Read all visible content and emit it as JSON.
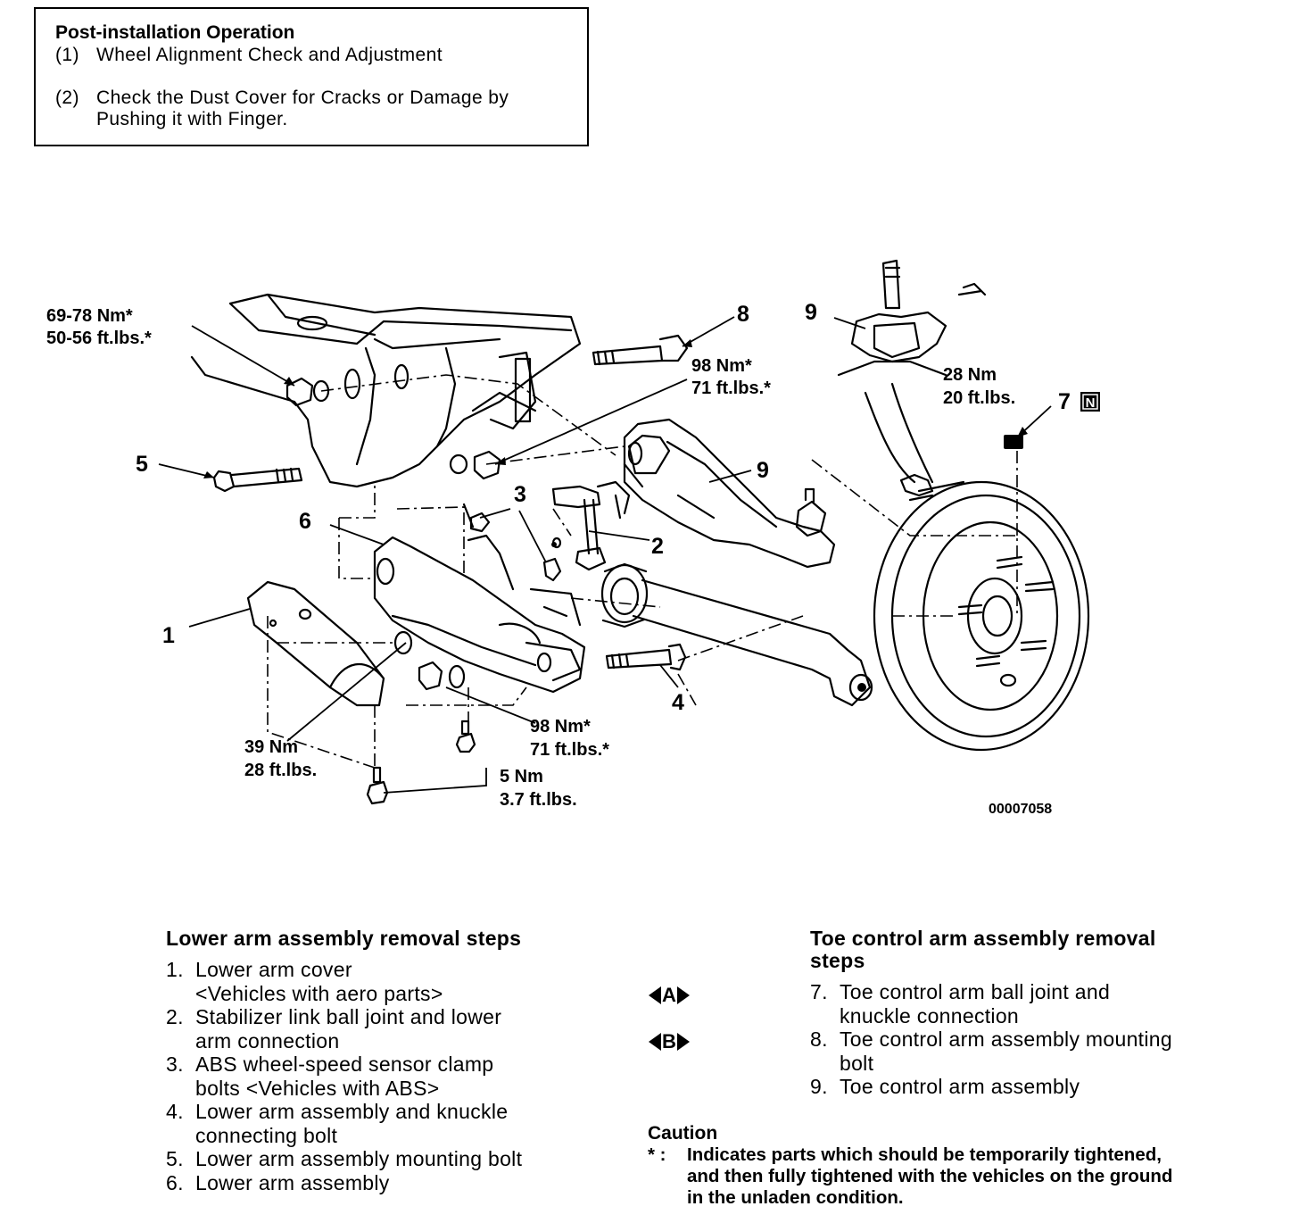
{
  "post_install": {
    "title": "Post-installation Operation",
    "items": [
      {
        "num": "(1)",
        "text": "Wheel Alignment Check and Adjustment",
        "cont": ""
      },
      {
        "num": "(2)",
        "text": "Check the Dust Cover for Cracks or Damage by",
        "cont": "Pushing it with Finger."
      }
    ]
  },
  "diagram": {
    "torque_1": [
      "69-78 Nm*",
      "50-56 ft.lbs.*"
    ],
    "torque_2": [
      "98 Nm*",
      "71 ft.lbs.*"
    ],
    "torque_3": [
      "28 Nm",
      "20 ft.lbs."
    ],
    "torque_4": [
      "39 Nm",
      "28 ft.lbs."
    ],
    "torque_5": [
      "98 Nm*",
      "71 ft.lbs.*"
    ],
    "torque_6": [
      "5 Nm",
      "3.7 ft.lbs."
    ],
    "callouts": {
      "c1": "1",
      "c2": "2",
      "c3": "3",
      "c4": "4",
      "c5": "5",
      "c6": "6",
      "c7": "7",
      "c8": "8",
      "c9a": "9",
      "c9b": "9"
    },
    "note_badge": "N",
    "figure_id": "00007058"
  },
  "lower_arm": {
    "title": "Lower arm assembly removal steps",
    "steps": [
      {
        "n": "1.",
        "lines": [
          "Lower arm cover",
          "<Vehicles with aero parts>"
        ]
      },
      {
        "n": "2.",
        "lines": [
          "Stabilizer link ball joint and lower",
          "arm connection"
        ]
      },
      {
        "n": "3.",
        "lines": [
          "ABS wheel-speed sensor clamp",
          "bolts <Vehicles with ABS>"
        ]
      },
      {
        "n": "4.",
        "lines": [
          "Lower arm assembly and knuckle",
          "connecting bolt"
        ]
      },
      {
        "n": "5.",
        "lines": [
          "Lower arm assembly mounting bolt"
        ]
      },
      {
        "n": "6.",
        "lines": [
          "Lower arm assembly"
        ]
      }
    ]
  },
  "toe_arm": {
    "title_lines": [
      "Toe control arm assembly removal",
      "steps"
    ],
    "marks": [
      "A",
      "B"
    ],
    "steps": [
      {
        "n": "7.",
        "lines": [
          "Toe control arm ball joint and",
          "knuckle connection"
        ]
      },
      {
        "n": "8.",
        "lines": [
          "Toe control arm assembly mounting",
          "bolt"
        ]
      },
      {
        "n": "9.",
        "lines": [
          "Toe control arm assembly"
        ]
      }
    ]
  },
  "caution": {
    "title": "Caution",
    "star": "* :",
    "lines": [
      "Indicates parts which should be temporarily tightened,",
      "and then fully tightened with the vehicles on the ground",
      "in the unladen condition."
    ]
  }
}
